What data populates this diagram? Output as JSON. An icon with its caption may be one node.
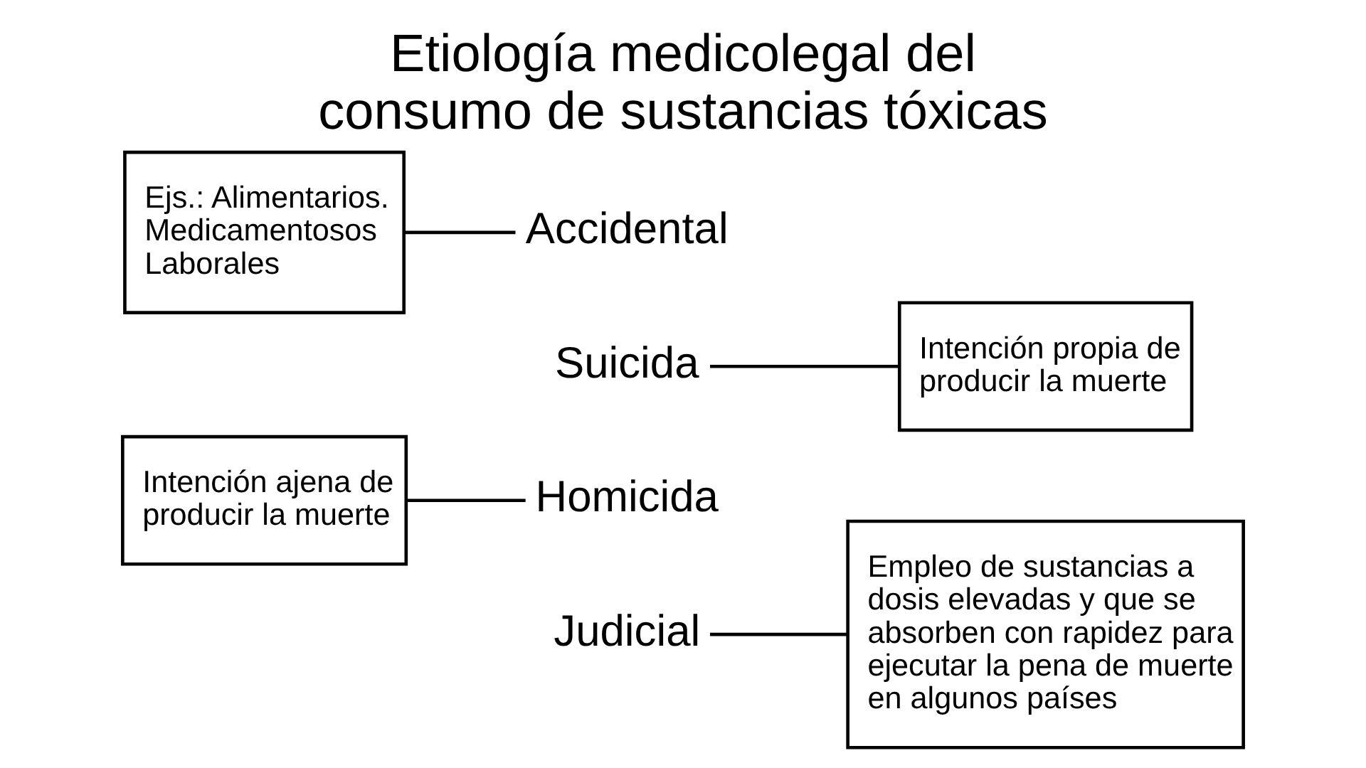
{
  "diagram": {
    "title": "Etiología medicolegal del consumo de sustancias tóxicas",
    "nodes": [
      {
        "text": [
          "Ejs.: Alimentarios. Medicamentosos Laborales"
        ]
      },
      {
        "text": [
          "Accidental"
        ]
      },
      {
        "text": [
          "Intención propia de producir la muerte"
        ]
      },
      {
        "text": [
          "Suicida"
        ]
      },
      {
        "text": [
          "Homicida"
        ]
      },
      {
        "text": [
          "Empleo de sustancias a dosis elevadas y que se absorben con rapidez para ejecutar la pena de muerte en algunos países"
        ]
      },
      {
        "text": [
          "Intención ajena de producir la muerte"
        ]
      },
      {
        "text": [
          "Judicial"
        ]
      }
    ],
    "edges": [
      {
        "from": 0,
        "to": 1,
        "arrow": "none"
      },
      {
        "from": 3,
        "to": 2,
        "arrow": "none"
      },
      {
        "from": 6,
        "to": 4,
        "arrow": "none"
      },
      {
        "from": 7,
        "to": 5,
        "arrow": "none"
      }
    ]
  }
}
